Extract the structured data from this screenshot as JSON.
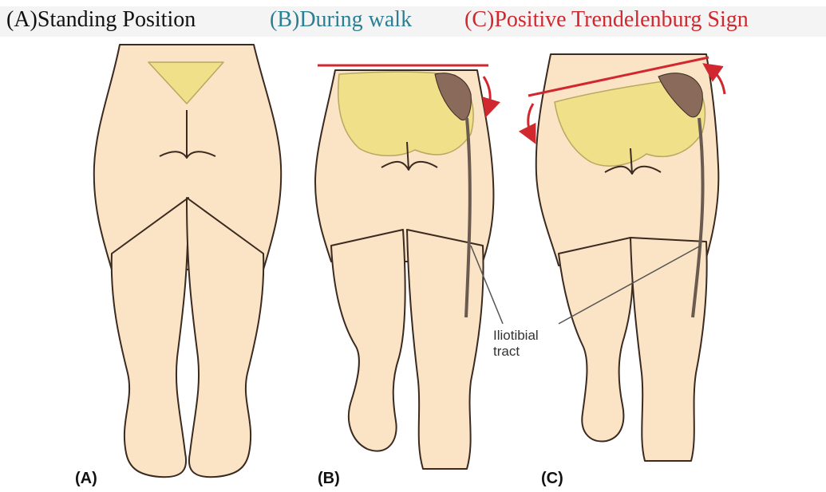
{
  "titles": {
    "a": "(A)Standing Position",
    "b": "(B)During walk",
    "c": "(C)Positive Trendelenburg Sign"
  },
  "title_colors": {
    "a": "#111111",
    "b": "#2a7f93",
    "c": "#d0282e"
  },
  "panel_labels": {
    "a": "(A)",
    "b": "(B)",
    "c": "(C)"
  },
  "callout": {
    "line1": "Iliotibial",
    "line2": "tract"
  },
  "colors": {
    "skin": "#fbe3c6",
    "skin_outline": "#3a2a20",
    "pelvis": "#f0e08a",
    "muscle": "#8a6a5a",
    "pelvic_line": "#d0282e"
  },
  "icons": {
    "pelvic_tilt_arrow": "red-curved-arrow"
  }
}
